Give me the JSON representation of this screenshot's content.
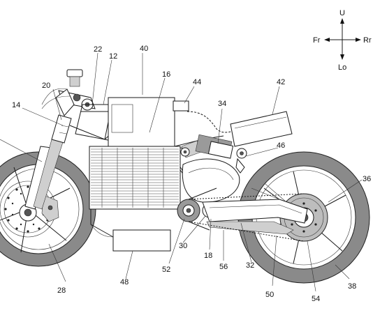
{
  "direction_legend": {
    "up": "U",
    "down": "Lo",
    "front": "Fr",
    "rear": "Rr"
  },
  "reference_numerals": {
    "front_fork": "14",
    "handlebar": "20",
    "head_pipe": "22",
    "vehicle_frame": "12",
    "battery_upper": "40",
    "frame_member": "16",
    "electric_wire": "44",
    "battery_case": "42",
    "rear_shock": "34",
    "bracket": "46",
    "rear_sprocket": "36",
    "front_wheel": "28",
    "front_lower_unit": "48",
    "motor_pinion": "52",
    "pivot": "30",
    "pivot_shaft": "18",
    "swing_arm_lower": "56",
    "swing_arm": "32",
    "drive_chain": "50",
    "rear_hub": "54",
    "rear_wheel": "38"
  }
}
